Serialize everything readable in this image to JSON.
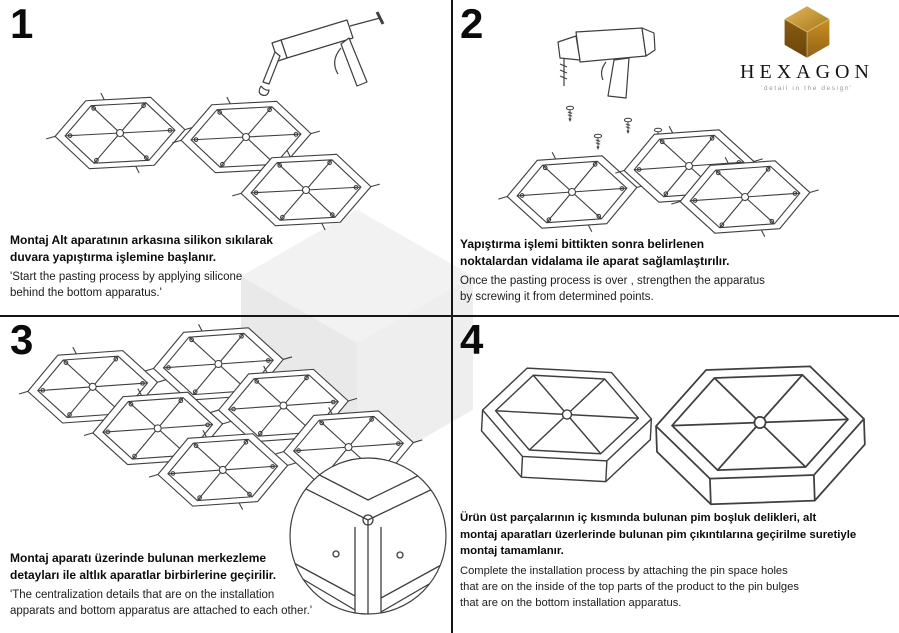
{
  "logo": {
    "name": "HEXAGON",
    "tagline": "'detail in the design'"
  },
  "steps": [
    {
      "number": "1",
      "tr": "Montaj Alt aparatının arkasına silikon sıkılarak\nduvara yapıştırma işlemine başlanır.",
      "en": "'Start the pasting process by applying silicone\nbehind the bottom apparatus.'"
    },
    {
      "number": "2",
      "tr": "Yapıştırma işlemi bittikten sonra belirlenen\nnoktalardan vidalama ile aparat sağlamlaştırılır.",
      "en": "Once the pasting process is over , strengthen the apparatus\nby screwing it from determined points."
    },
    {
      "number": "3",
      "tr": "Montaj aparatı üzerinde bulunan merkezleme\ndetayları ile altlık aparatlar birbirlerine geçirilir.",
      "en": "'The centralization details that are on the installation\napparats and bottom apparatus are attached to each other.'"
    },
    {
      "number": "4",
      "tr": "Ürün üst parçalarının iç kısmında bulunan pim boşluk delikleri, alt\nmontaj aparatları üzerlerinde bulunan pim çıkıntılarına geçirilme suretiyle\nmontaj tamamlanır.",
      "en": "Complete the installation process by attaching the pin space holes\nthat are on the inside of the top parts of the product to the pin bulges\nthat are on the bottom installation apparatus."
    }
  ]
}
